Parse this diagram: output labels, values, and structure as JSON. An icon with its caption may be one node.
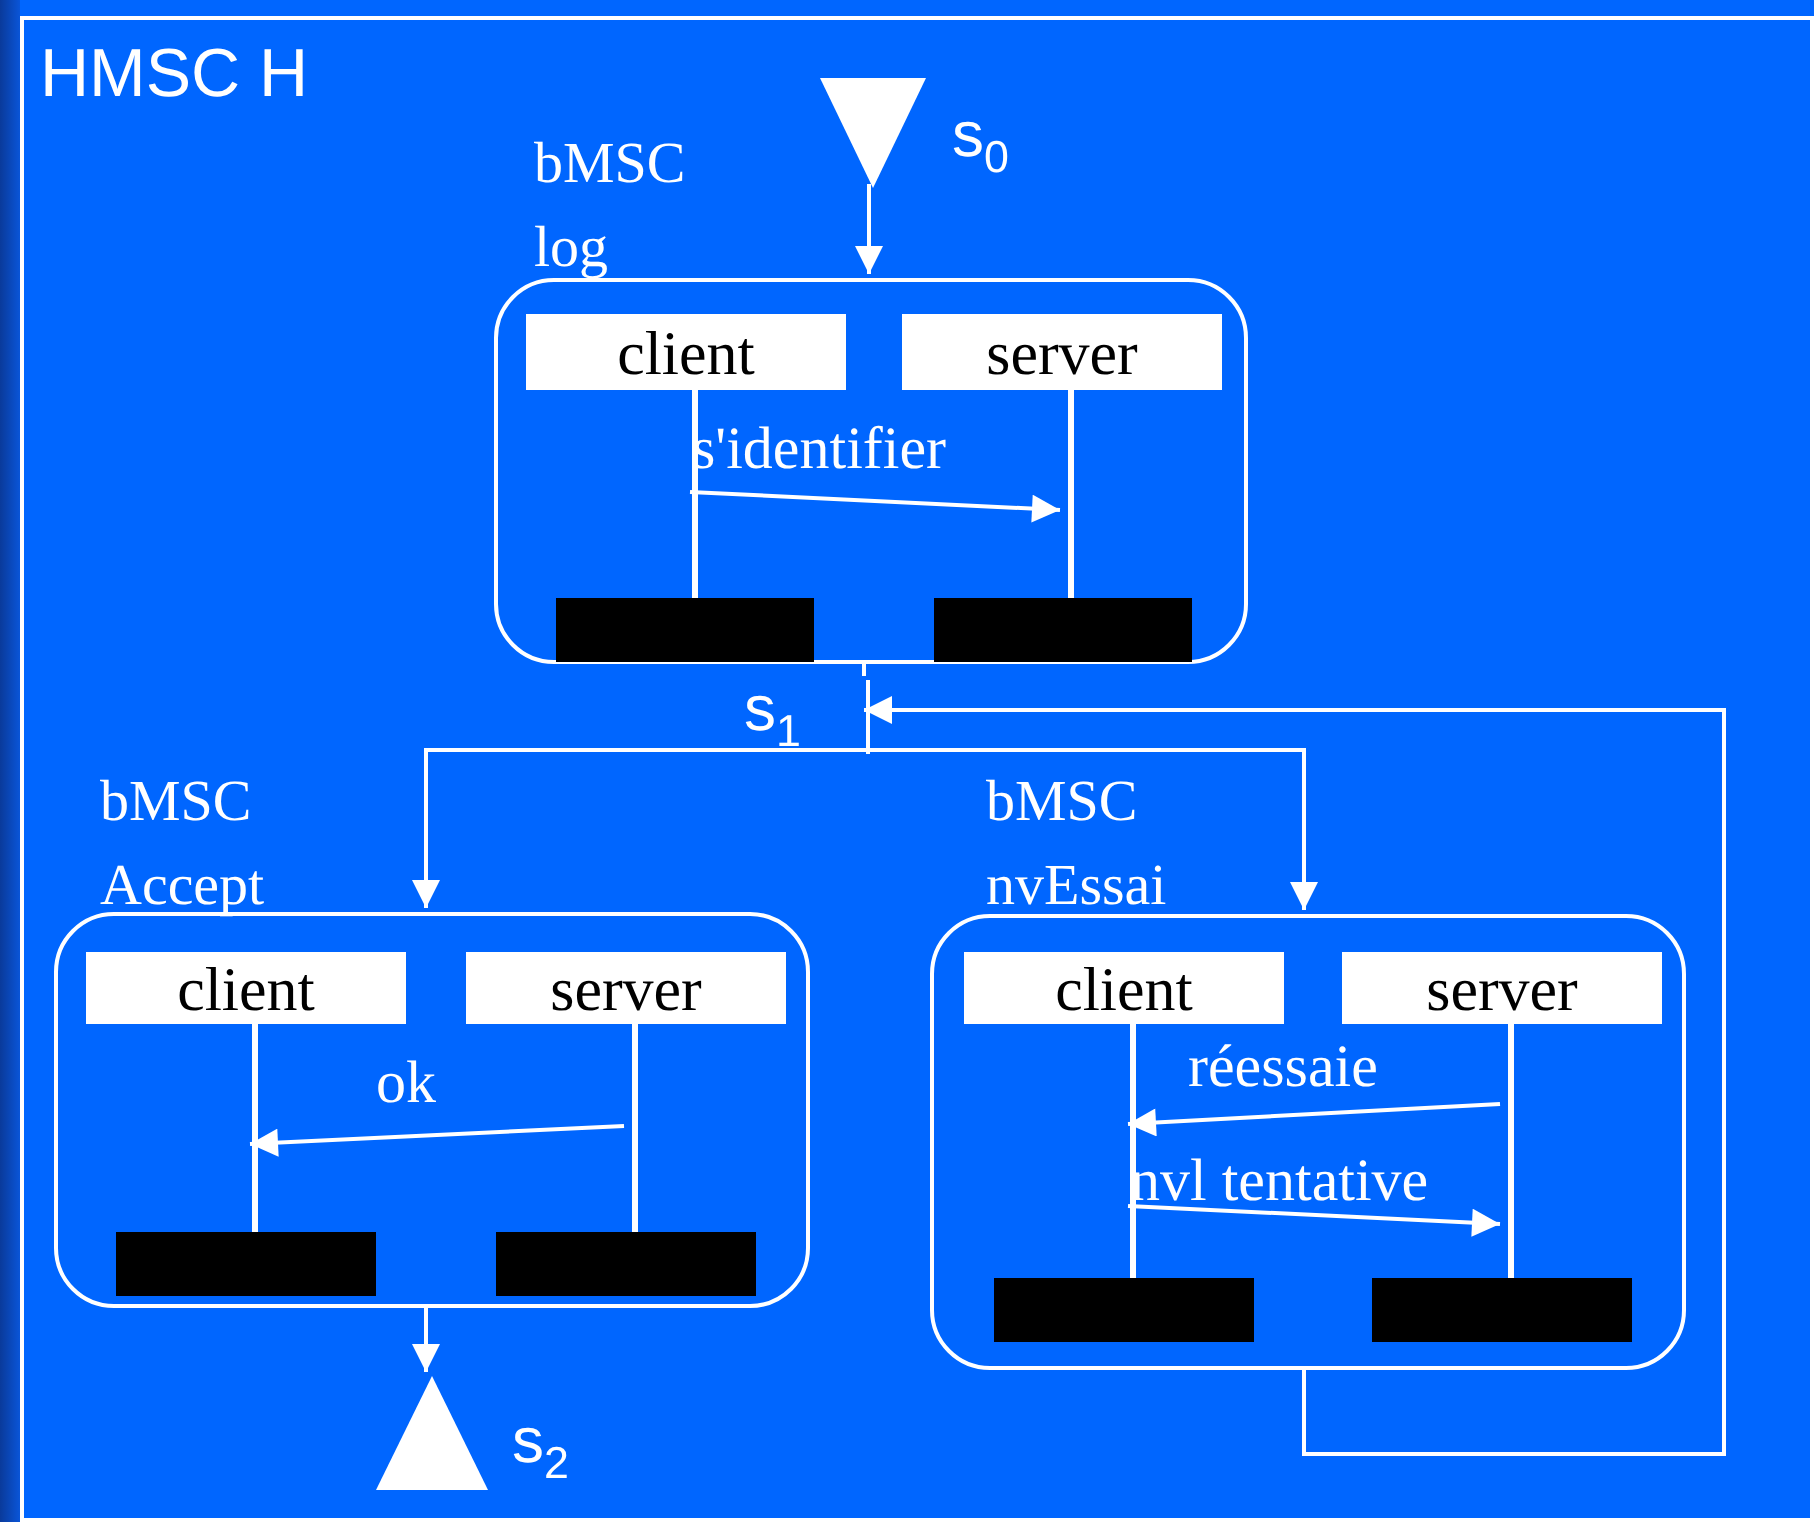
{
  "diagram": {
    "nodes": [
      {
        "text": [
          "HMSC H"
        ]
      },
      {
        "text": [],
        "shape": "triangle",
        "beside": [
          "s$_{0}$"
        ],
        "in": 0
      },
      {
        "text": [
          "bMSC log"
        ],
        "in": 0
      },
      {
        "text": [
          "client"
        ],
        "in": 2
      },
      {
        "text": [
          "server"
        ],
        "in": 2
      },
      {
        "text": [],
        "shape": "line",
        "in": 2
      },
      {
        "text": [],
        "shape": "line",
        "in": 2
      },
      {
        "text": [],
        "shape": "bar",
        "in": 2
      },
      {
        "text": [],
        "shape": "bar",
        "in": 2
      },
      {
        "text": [
          "s$_{1}$"
        ],
        "in": 0
      },
      {
        "text": [
          "bMSC Accept"
        ],
        "in": 0
      },
      {
        "text": [
          "client"
        ],
        "in": 10
      },
      {
        "text": [
          "server"
        ],
        "in": 10
      },
      {
        "text": [],
        "shape": "line",
        "in": 10
      },
      {
        "text": [],
        "shape": "line",
        "in": 10
      },
      {
        "text": [],
        "shape": "bar",
        "in": 10
      },
      {
        "text": [],
        "shape": "bar",
        "in": 10
      },
      {
        "text": [
          "bMSC nvEssai"
        ],
        "in": 0
      },
      {
        "text": [
          "client"
        ],
        "in": 17
      },
      {
        "text": [
          "server"
        ],
        "in": 17
      },
      {
        "text": [],
        "shape": "line",
        "in": 17
      },
      {
        "text": [],
        "shape": "line",
        "in": 17
      },
      {
        "text": [],
        "shape": "bar",
        "in": 17
      },
      {
        "text": [],
        "shape": "bar",
        "in": 17
      },
      {
        "text": [],
        "shape": "triangle",
        "beside": [
          "s$_{2}$"
        ],
        "in": 0
      }
    ],
    "edges": [
      {
        "from": 1,
        "to": 2,
        "arrow": "to"
      },
      {
        "from": 5,
        "to": 6,
        "label": "s'identifier",
        "arrow": "to"
      },
      {
        "from": 2,
        "to": 9,
        "arrow": "none"
      },
      {
        "from": 9,
        "to": 10,
        "arrow": "to"
      },
      {
        "from": 9,
        "to": 17,
        "arrow": "to"
      },
      {
        "from": 17,
        "to": 9,
        "arrow": "to"
      },
      {
        "from": 14,
        "to": 13,
        "label": "ok",
        "arrow": "to"
      },
      {
        "from": 10,
        "to": 24,
        "arrow": "to"
      },
      {
        "from": 21,
        "to": 20,
        "label": "réessaie",
        "arrow": "to"
      },
      {
        "from": 20,
        "to": 21,
        "label": "nvl tentative",
        "arrow": "to"
      }
    ]
  }
}
